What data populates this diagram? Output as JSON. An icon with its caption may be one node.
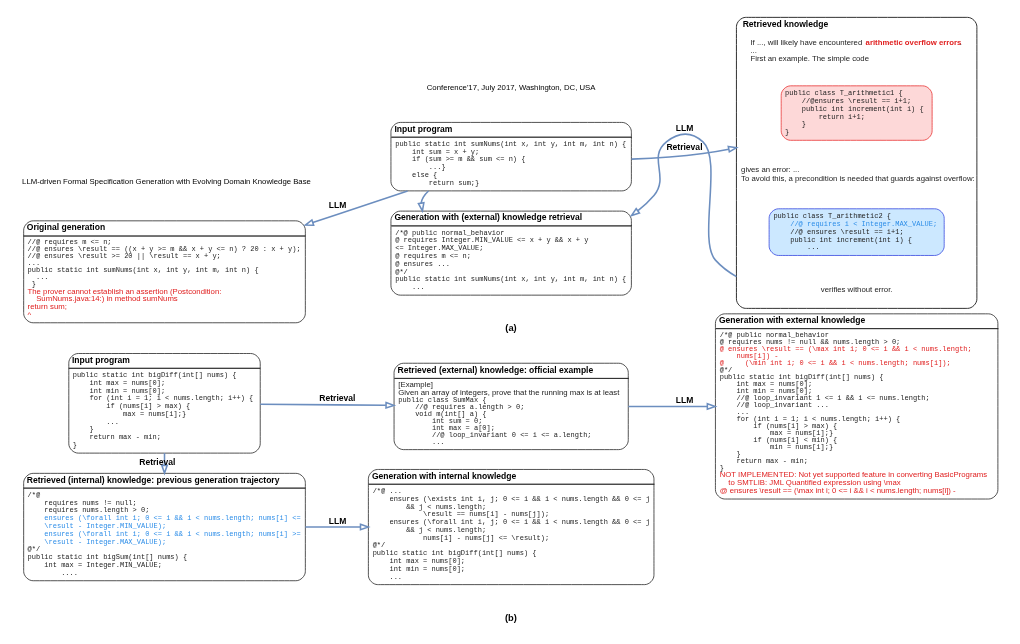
{
  "diagram": {
    "nodes": [
      {
        "text": [
          "Original generation",
          "//@ requires m <= n;",
          "//@ ensures \\result == ((x + y >= m && x + y <= n) ? 20 : x + y);",
          "//@ ensures \\result >= 20 || \\result == x + y;",
          "...",
          "public static int sumNums(int x, int y, int m, int n) {",
          "  ...",
          " }",
          "The prover cannot establish an assertion (Postcondition: SumNums.java:14:) in method sumNums",
          "return sum;",
          "^"
        ]
      },
      {
        "text": [
          "Input program",
          "public static int sumNums(int x, int y, int m, int n) {",
          "    int sum = x + y;",
          "    if (sum >= m && sum <= n) {",
          "        ...}",
          "    else {",
          "        return sum;}"
        ]
      },
      {
        "text": [
          "Retrieved knowledge",
          "If ..., will likely have encountered **arithmetic overflow errors**.",
          "...",
          "First an example. The simple code",
          "gives an error: ...",
          "To avoid this, a precondition is needed that guards against overflow:",
          "verifies without error."
        ]
      },
      {
        "text": [
          "public class T_arithmetic1 {",
          "    //@ensures \\result == i+1;",
          "    public int increment(int i) {",
          "        return i+1;",
          "    }",
          "}"
        ],
        "in": 2
      },
      {
        "text": [
          "public class T_arithmetic2 {",
          "    //@ requires i < Integer.MAX_VALUE;",
          "    //@ ensures \\result == i+1;",
          "    public int increment(int i) {",
          "        ..."
        ],
        "in": 2
      },
      {
        "text": [
          "Generation with (external) knowledge retrieval",
          "/*@ public normal_behavior",
          "@ requires Integer.MIN_VALUE <= x + y && x + y",
          "<= Integer.MAX_VALUE;",
          "@ requires m <= n;",
          "@ ensures ...",
          "@*/",
          "public static int sumNums(int x, int y, int m, int n) {",
          "    ..."
        ]
      },
      {
        "text": [
          "Input program",
          "public static int bigDiff(int[] nums) {",
          "    int max = nums[0];",
          "    int min = nums[0];",
          "    for (int i = 1; i < nums.length; i++) {",
          "        if (nums[i] > max) {",
          "            max = nums[i];}",
          "        ...",
          "    }",
          "    return max - min;",
          "}"
        ]
      },
      {
        "text": [
          "Retrieved (external) knowledge: official example",
          "[Example]",
          "Given an array of integers, prove that the running max is at least",
          "public class SumMax {",
          "    //@ requires a.length > 0;",
          "    void m(int[] a) {",
          "        int sum = 0;",
          "        int max = a[0];",
          "        //@ loop_invariant 0 <= i <= a.length;",
          "        ..."
        ]
      },
      {
        "text": [
          "Generation with external knowledge",
          "/*@ public normal_behavior",
          "@ requires nums != null && nums.length > 0;",
          "@ ensures \\result == (\\max int i; 0 <= i && i < nums.length; nums[i]) -",
          "@     (\\min int i; 0 <= i && i < nums.length; nums[i]);",
          "@*/",
          "public static int bigDiff(int[] nums) {",
          "    int max = nums[0];",
          "    int min = nums[0];",
          "    //@ loop_invariant 1 <= i && i <= nums.length;",
          "    //@ loop_invariant ...",
          "    ...",
          "    for (int i = 1; i < nums.length; i++) {",
          "        if (nums[i] > max) {",
          "            max = nums[i];}",
          "        if (nums[i] < min) {",
          "            min = nums[i];}",
          "    }",
          "    return max - min;",
          "}",
          "NOT IMPLEMENTED: Not yet supported feature in converting BasicPrograms to SMTLIB: JML Quantified expression using \\max",
          "@ ensures \\result == (\\max int i; 0 <= i && i < nums.length; nums[i]) -"
        ]
      },
      {
        "text": [
          "Retrieved (internal) knowledge: previous generation trajectory",
          "/*@",
          "    requires nums != null;",
          "    requires nums.length > 0;",
          "    ensures (\\forall int i; 0 <= i && i < nums.length; nums[i] <=",
          "    \\result - Integer.MIN_VALUE);",
          "    ensures (\\forall int i; 0 <= i && i < nums.length; nums[i] >=",
          "    \\result - Integer.MAX_VALUE);",
          "@*/",
          "public static int bigSum(int[] nums) {",
          "    int max = Integer.MIN_VALUE;",
          "        ...."
        ]
      },
      {
        "text": [
          "Generation with internal knowledge",
          "/*@ ...",
          "    ensures (\\exists int i, j; 0 <= i && i < nums.length && 0 <= j && j < nums.length;",
          "            \\result == nums[i] - nums[j]);",
          "    ensures (\\forall int i, j; 0 <= i && i < nums.length && 0 <= j && j < nums.length;",
          "            nums[i] - nums[j] <= \\result);",
          "@*/",
          "public static int bigDiff(int[] nums) {",
          "    int max = nums[0];",
          "    int min = nums[0];",
          "    ..."
        ]
      }
    ],
    "edges": [
      {
        "from": 1,
        "to": 0,
        "arrow": "to",
        "label": "LLM"
      },
      {
        "from": 1,
        "to": 2,
        "arrow": "to",
        "label": "Retrieval"
      },
      {
        "from": 1,
        "to": 5,
        "arrow": "to"
      },
      {
        "from": 2,
        "to": 5,
        "arrow": "to",
        "label": "LLM"
      },
      {
        "from": 6,
        "to": 7,
        "arrow": "to",
        "label": "Retrieval"
      },
      {
        "from": 7,
        "to": 8,
        "arrow": "to",
        "label": "LLM"
      },
      {
        "from": 6,
        "to": 9,
        "arrow": "to",
        "label": "Retrieval"
      },
      {
        "from": 9,
        "to": 10,
        "arrow": "to",
        "label": "LLM"
      }
    ],
    "labels": [
      "LLM-driven Formal Specification Generation with Evolving Domain Knowledge Base",
      "Conference'17, July 2017, Washington, DC, USA",
      "(a)",
      "(b)"
    ]
  }
}
